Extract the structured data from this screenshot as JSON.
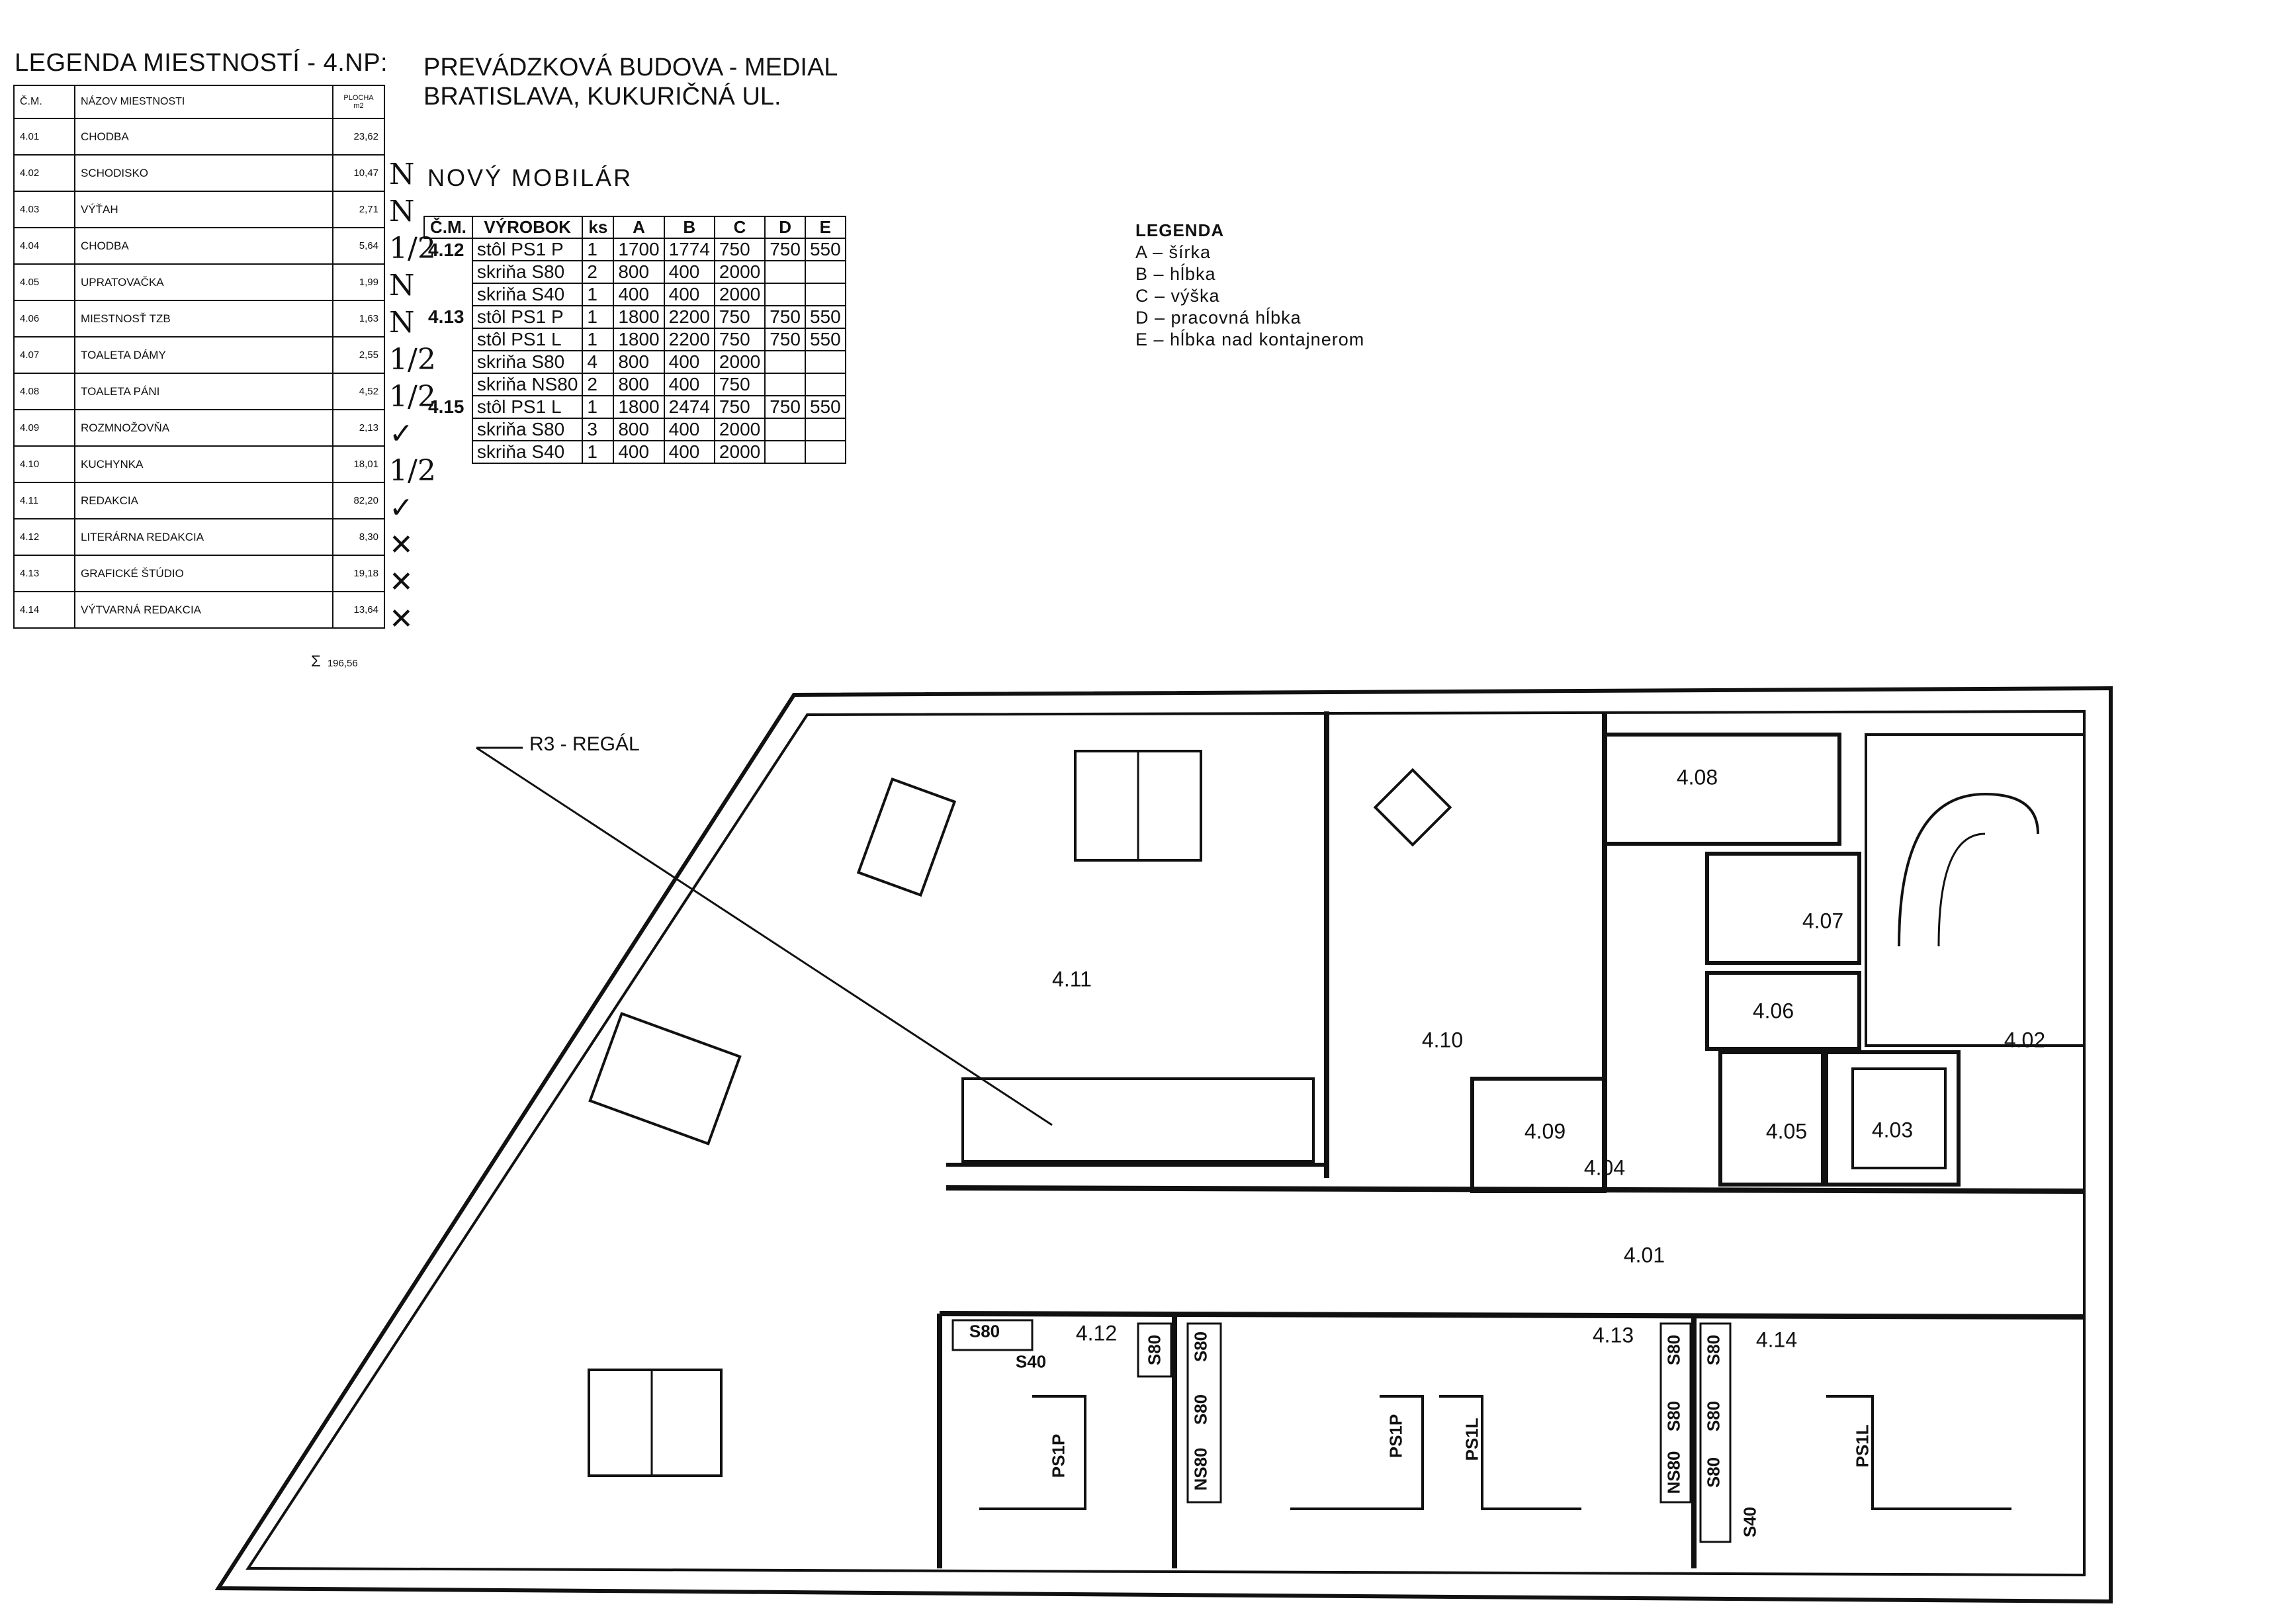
{
  "header": {
    "legend_title": "LEGENDA MIESTNOSTÍ - 4.NP:",
    "building_line1": "PREVÁDZKOVÁ BUDOVA - MEDIAL",
    "building_line2": "BRATISLAVA, KUKURIČNÁ UL."
  },
  "room_legend": {
    "col_num": "Č.M.",
    "col_name": "NÁZOV MIESTNOSTI",
    "col_area_1": "PLOCHA",
    "col_area_2": "m2",
    "rows": [
      {
        "num": "4.01",
        "name": "CHODBA",
        "area": "23,62",
        "mark": ""
      },
      {
        "num": "4.02",
        "name": "SCHODISKO",
        "area": "10,47",
        "mark": "N"
      },
      {
        "num": "4.03",
        "name": "VÝŤAH",
        "area": "2,71",
        "mark": "N"
      },
      {
        "num": "4.04",
        "name": "CHODBA",
        "area": "5,64",
        "mark": "1/2"
      },
      {
        "num": "4.05",
        "name": "UPRATOVAČKA",
        "area": "1,99",
        "mark": "N"
      },
      {
        "num": "4.06",
        "name": "MIESTNOSŤ TZB",
        "area": "1,63",
        "mark": "N"
      },
      {
        "num": "4.07",
        "name": "TOALETA DÁMY",
        "area": "2,55",
        "mark": "1/2"
      },
      {
        "num": "4.08",
        "name": "TOALETA PÁNI",
        "area": "4,52",
        "mark": "1/2"
      },
      {
        "num": "4.09",
        "name": "ROZMNOŽOVŇA",
        "area": "2,13",
        "mark": "✓"
      },
      {
        "num": "4.10",
        "name": "KUCHYNKA",
        "area": "18,01",
        "mark": "1/2"
      },
      {
        "num": "4.11",
        "name": "REDAKCIA",
        "area": "82,20",
        "mark": "✓"
      },
      {
        "num": "4.12",
        "name": "LITERÁRNA REDAKCIA",
        "area": "8,30",
        "mark": "✕"
      },
      {
        "num": "4.13",
        "name": "GRAFICKÉ ŠTÚDIO",
        "area": "19,18",
        "mark": "✕"
      },
      {
        "num": "4.14",
        "name": "VÝTVARNÁ REDAKCIA",
        "area": "13,64",
        "mark": "✕"
      }
    ],
    "sum_symbol": "Σ",
    "sum_value": "196,56"
  },
  "furniture": {
    "title": "NOVÝ MOBILÁR",
    "headers": [
      "Č.M.",
      "VÝROBOK",
      "ks",
      "A",
      "B",
      "C",
      "D",
      "E"
    ],
    "rows": [
      {
        "cm": "4.12",
        "item": "stôl PS1 P",
        "ks": "1",
        "a": "1700",
        "b": "1774",
        "c": "750",
        "d": "750",
        "e": "550"
      },
      {
        "cm": "",
        "item": "skriňa S80",
        "ks": "2",
        "a": "800",
        "b": "400",
        "c": "2000",
        "d": "",
        "e": ""
      },
      {
        "cm": "",
        "item": "skriňa S40",
        "ks": "1",
        "a": "400",
        "b": "400",
        "c": "2000",
        "d": "",
        "e": ""
      },
      {
        "cm": "4.13",
        "item": "stôl PS1 P",
        "ks": "1",
        "a": "1800",
        "b": "2200",
        "c": "750",
        "d": "750",
        "e": "550"
      },
      {
        "cm": "",
        "item": "stôl PS1 L",
        "ks": "1",
        "a": "1800",
        "b": "2200",
        "c": "750",
        "d": "750",
        "e": "550"
      },
      {
        "cm": "",
        "item": "skriňa S80",
        "ks": "4",
        "a": "800",
        "b": "400",
        "c": "2000",
        "d": "",
        "e": ""
      },
      {
        "cm": "",
        "item": "skriňa NS80",
        "ks": "2",
        "a": "800",
        "b": "400",
        "c": "750",
        "d": "",
        "e": ""
      },
      {
        "cm": "4.15",
        "item": "stôl PS1 L",
        "ks": "1",
        "a": "1800",
        "b": "2474",
        "c": "750",
        "d": "750",
        "e": "550"
      },
      {
        "cm": "",
        "item": "skriňa S80",
        "ks": "3",
        "a": "800",
        "b": "400",
        "c": "2000",
        "d": "",
        "e": ""
      },
      {
        "cm": "",
        "item": "skriňa S40",
        "ks": "1",
        "a": "400",
        "b": "400",
        "c": "2000",
        "d": "",
        "e": ""
      }
    ]
  },
  "dimension_legend": {
    "title": "LEGENDA",
    "items": [
      "A  –  šírka",
      "B  –  hĺbka",
      "C  –  výška",
      "D  –  pracovná hĺbka",
      "E  –  hĺbka nad kontajnerom"
    ]
  },
  "plan": {
    "callout": "R3 - REGÁL",
    "rooms": {
      "r401": "4.01",
      "r402": "4.02",
      "r403": "4.03",
      "r404": "4.04",
      "r405": "4.05",
      "r406": "4.06",
      "r407": "4.07",
      "r408": "4.08",
      "r409": "4.09",
      "r410": "4.10",
      "r411": "4.11",
      "r412": "4.12",
      "r413": "4.13",
      "r414": "4.14"
    },
    "furniture_labels": {
      "s80_a": "S80",
      "s40_a": "S40",
      "ps1p_a": "PS1P",
      "s80_b": "S80",
      "s80_c": "S80",
      "s80_d": "S80",
      "ns80_a": "NS80",
      "ps1p_b": "PS1P",
      "ps1l_b": "PS1L",
      "s80_e": "S80",
      "s80_f": "S80",
      "ns80_b": "NS80",
      "s80_g": "S80",
      "s80_h": "S80",
      "s80_i": "S80",
      "s40_b": "S40",
      "ps1l_c": "PS1L"
    }
  },
  "colors": {
    "ink": "#111111",
    "paper": "#ffffff"
  }
}
